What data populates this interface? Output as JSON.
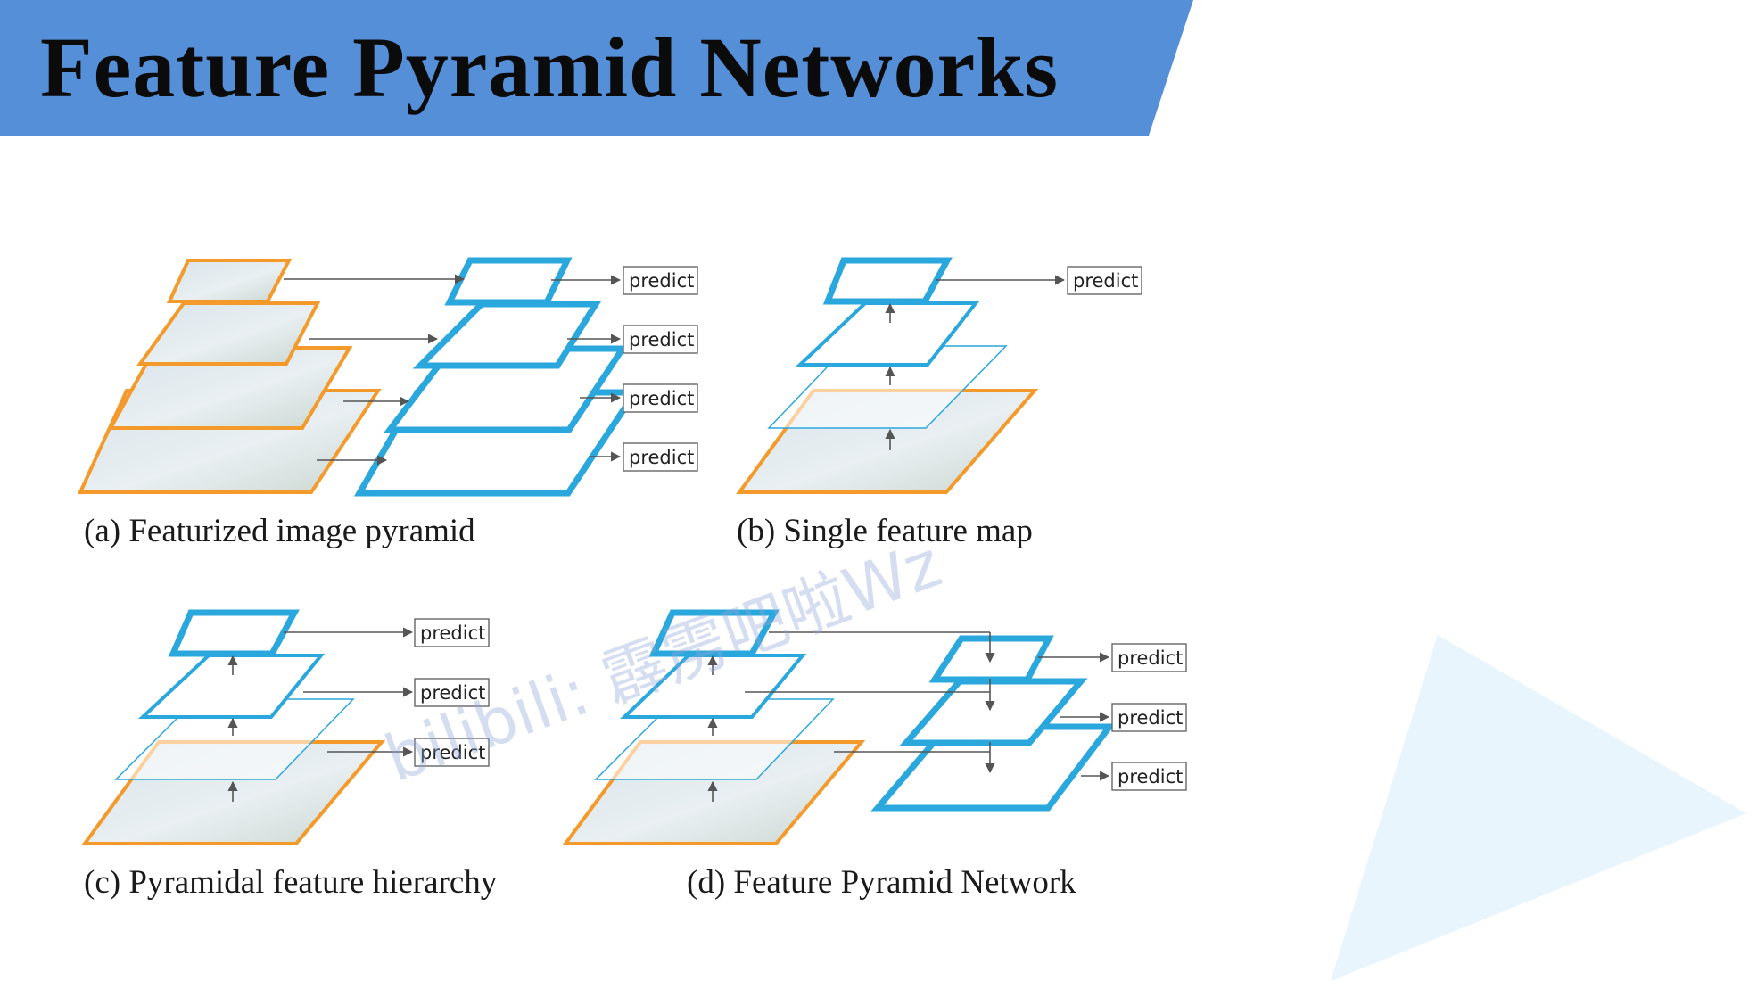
{
  "slide": {
    "title": "Feature Pyramid Networks",
    "colors": {
      "banner": "#558fd8",
      "feature_map": "#2aa7dc",
      "image": "#f39a2b",
      "arrow": "#555555",
      "deco": "#e8f5fd"
    }
  },
  "predict_label": "predict",
  "panels": [
    {
      "id": "a",
      "caption": "(a) Featurized image pyramid"
    },
    {
      "id": "b",
      "caption": "(b) Single feature map"
    },
    {
      "id": "c",
      "caption": "(c) Pyramidal feature hierarchy"
    },
    {
      "id": "d",
      "caption": "(d) Feature Pyramid Network"
    }
  ],
  "watermark": "bilibili: 霹雳吧啦Wz"
}
